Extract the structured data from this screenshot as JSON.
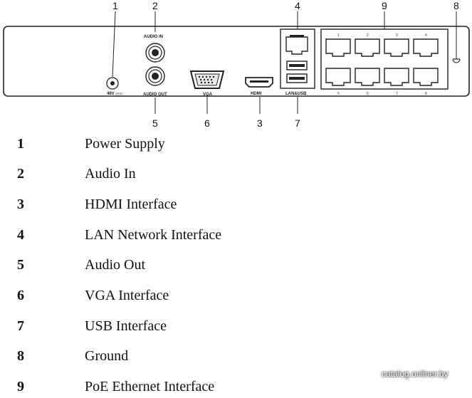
{
  "diagram": {
    "callouts": {
      "c1": "1",
      "c2": "2",
      "c3": "3",
      "c4": "4",
      "c5": "5",
      "c6": "6",
      "c7": "7",
      "c8": "8",
      "c9": "9"
    },
    "panel_labels": {
      "power": "48V",
      "audio_in": "AUDIO IN",
      "audio_out": "AUDIO OUT",
      "vga": "VGA",
      "hdmi": "HDMI",
      "lan_usb": "LAN&USB"
    },
    "poe_port_numbers": [
      "1",
      "2",
      "3",
      "4",
      "5",
      "6",
      "7",
      "8"
    ]
  },
  "legend": [
    {
      "num": "1",
      "label": "Power Supply"
    },
    {
      "num": "2",
      "label": "Audio In"
    },
    {
      "num": "3",
      "label": "HDMI Interface"
    },
    {
      "num": "4",
      "label": "LAN Network Interface"
    },
    {
      "num": "5",
      "label": "Audio Out"
    },
    {
      "num": "6",
      "label": "VGA Interface"
    },
    {
      "num": "7",
      "label": "USB Interface"
    },
    {
      "num": "8",
      "label": "Ground"
    },
    {
      "num": "9",
      "label": "PoE Ethernet Interface"
    }
  ],
  "watermark": "catalog.onliner.by"
}
